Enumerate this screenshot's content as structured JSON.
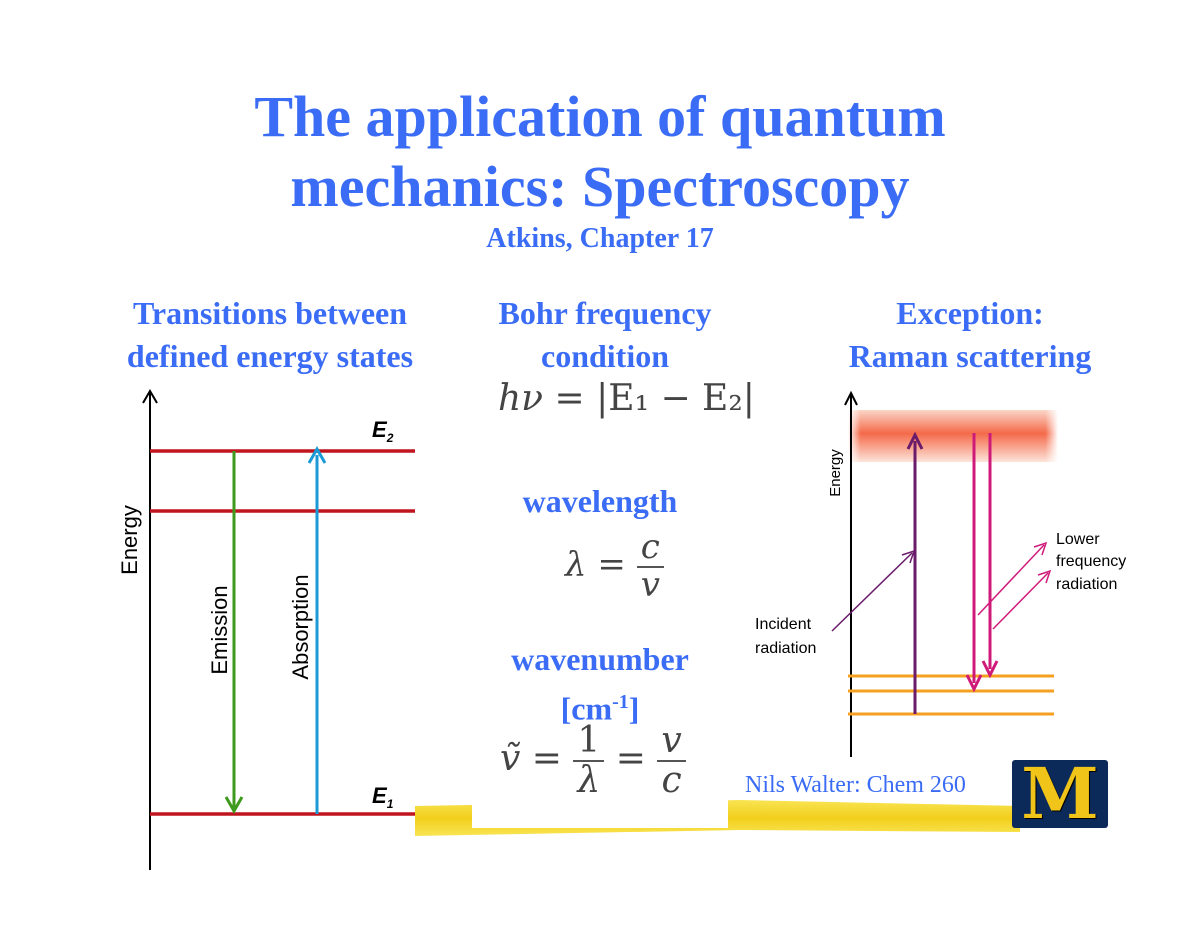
{
  "slide": {
    "title_line1": "The application of quantum",
    "title_line2": "mechanics: Spectroscopy",
    "subtitle": "Atkins, Chapter 17",
    "credit": "Nils Walter: Chem 260",
    "logo_letter": "M"
  },
  "left_panel": {
    "heading_line1": "Transitions between",
    "heading_line2": "defined energy states",
    "axis_label": "Energy",
    "upper_level": "E",
    "upper_level_sub": "2",
    "lower_level": "E",
    "lower_level_sub": "1",
    "emission_label": "Emission",
    "absorption_label": "Absorption"
  },
  "middle_panel": {
    "heading_line1": "Bohr frequency",
    "heading_line2": "condition",
    "bohr_lhs": "hν",
    "bohr_eq": "=",
    "bohr_rhs": "|E₁ − E₂|",
    "wavelength_heading": "wavelength",
    "lambda_symbol": "λ",
    "eq_sign": "=",
    "lambda_num": "c",
    "lambda_den": "v",
    "wavenumber_heading": "wavenumber",
    "wavenumber_unit_base": "[cm",
    "wavenumber_unit_exp": "-1",
    "wavenumber_unit_close": "]",
    "wn_symbol": "ṽ",
    "wn_frac1_num": "1",
    "wn_frac1_den": "λ",
    "wn_frac2_num": "v",
    "wn_frac2_den": "c"
  },
  "right_panel": {
    "heading_line1": "Exception:",
    "heading_line2": "Raman scattering",
    "axis_label": "Energy",
    "lower_label_line1": "Lower",
    "lower_label_line2": "frequency",
    "lower_label_line3": "radiation",
    "incident_label_line1": "Incident",
    "incident_label_line2": "radiation"
  },
  "colors": {
    "title_blue": "#3b6cf5",
    "level_red": "#c0141e",
    "emission_green": "#3d9a1c",
    "absorption_blue": "#1a9ad6",
    "incident_purple": "#6a1b6a",
    "raman_magenta": "#d01a7a",
    "ground_orange": "#f5a020",
    "virtual_glow": "#f46a4a",
    "highlight_yellow": "#f5d820"
  }
}
